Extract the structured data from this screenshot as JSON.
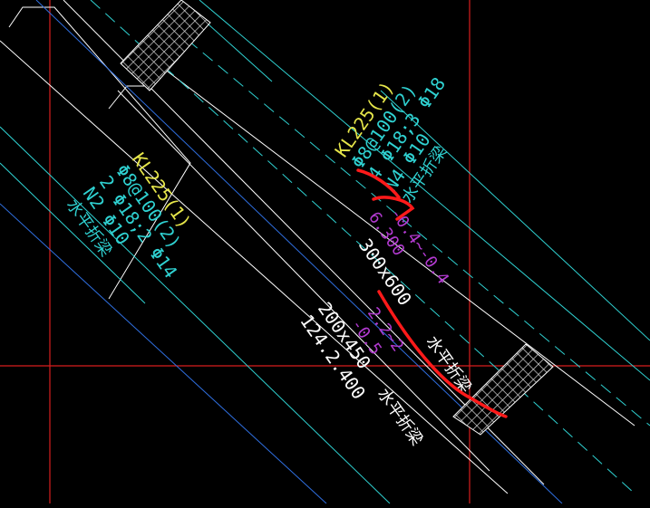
{
  "colors": {
    "background": "#000000",
    "grid_red": "#d81e1e",
    "beam_cyan": "#2fd1d1",
    "beam_blue": "#2f6fe0",
    "white": "#ffffff",
    "yellow": "#e6e64a",
    "magenta": "#b23ad0",
    "markup_red": "#ff1a1a"
  },
  "annotations": {
    "top_right": {
      "line1": "KL225(1)",
      "line2": "Φ8@100(2)",
      "line3": "4 Φ18;3 Φ18",
      "line4": "N4 Φ10",
      "line5": "水平折梁"
    },
    "left": {
      "line1": "KL225(1)",
      "line2": "Φ8@100(2)",
      "line3": "2 Φ18;2 Φ14",
      "line4": "N2 Φ10",
      "line5": "水平折梁"
    },
    "magenta_upper": {
      "line1": "-0.4~-0.4",
      "line2": "6.300"
    },
    "magenta_lower": {
      "line1": "2.2~2",
      "line2": "-0.5"
    },
    "white_section_a": "300x600",
    "white_label_a": "水平折梁",
    "white_section_b": "200x450",
    "white_elev_b": "124.2.400",
    "white_label_b": "水平折梁"
  },
  "markup": {
    "arrow_icon": "curved-arrow",
    "note": "red hand-drawn callout"
  }
}
